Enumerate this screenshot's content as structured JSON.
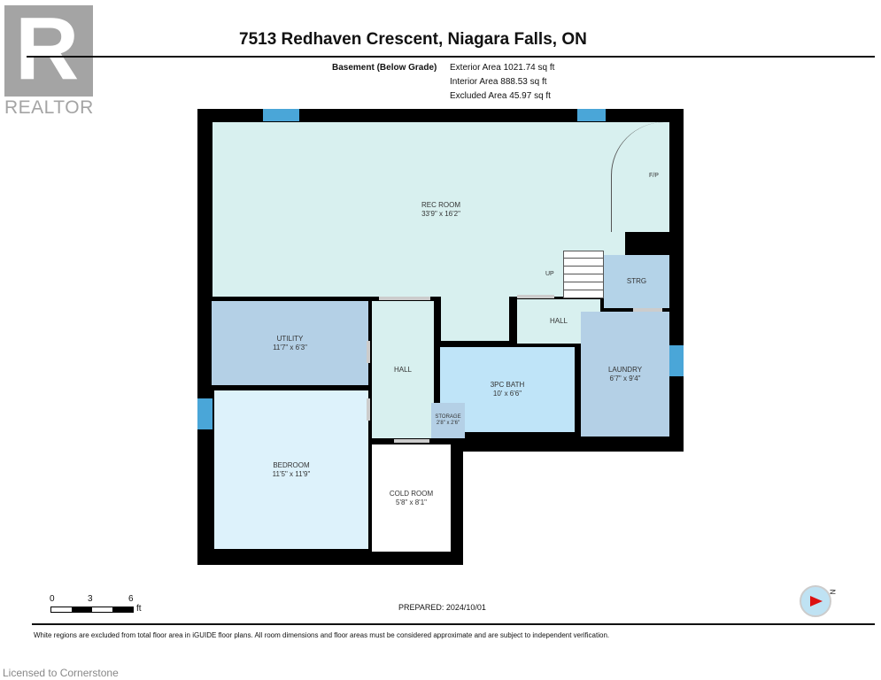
{
  "logo": {
    "text": "REALTOR",
    "letter": "R"
  },
  "header": {
    "title": "7513 Redhaven Crescent, Niagara Falls, ON"
  },
  "floor": {
    "label": "Basement (Below Grade)",
    "exterior": "Exterior Area 1021.74 sq ft",
    "interior": "Interior Area 888.53 sq ft",
    "excluded": "Excluded Area 45.97 sq ft"
  },
  "rooms": {
    "rec": {
      "name": "REC ROOM",
      "dims": "33'9\" x 16'2\""
    },
    "fp": {
      "name": "F/P"
    },
    "up": {
      "name": "UP"
    },
    "strg": {
      "name": "STRG"
    },
    "hall2": {
      "name": "HALL"
    },
    "utility": {
      "name": "UTILITY",
      "dims": "11'7\" x 6'3\""
    },
    "hall": {
      "name": "HALL"
    },
    "bath": {
      "name": "3PC BATH",
      "dims": "10' x 6'6\""
    },
    "laundry": {
      "name": "LAUNDRY",
      "dims": "6'7\" x 9'4\""
    },
    "storage": {
      "name": "STORAGE",
      "dims": "2'8\" x 2'6\""
    },
    "bedroom": {
      "name": "BEDROOM",
      "dims": "11'5\" x 11'9\""
    },
    "cold": {
      "name": "COLD ROOM",
      "dims": "5'8\" x 8'1\""
    }
  },
  "scale": {
    "ticks": [
      "0",
      "3",
      "6"
    ],
    "unit": "ft"
  },
  "prepared": "PREPARED: 2024/10/01",
  "compass": {
    "label": "N"
  },
  "disclaimer": "White regions are excluded from total floor area in iGUIDE floor plans. All room dimensions and floor areas must be considered approximate and are subject to independent verification.",
  "license": "Licensed to Cornerstone",
  "colors": {
    "wall": "#000000",
    "window": "#4aa6d8",
    "rec": "#d8f0ef",
    "utility": "#b4d0e6",
    "bath": "#bfe4f8",
    "bedroom": "#ddf2fb"
  }
}
